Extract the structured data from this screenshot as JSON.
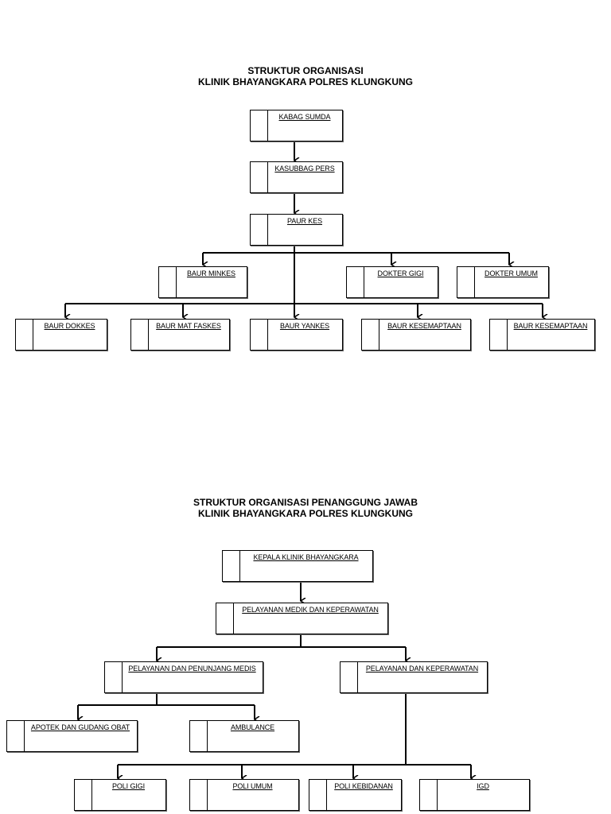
{
  "chart1": {
    "title_line1": "STRUKTUR ORGANISASI",
    "title_line2": "KLINIK BHAYANGKARA POLRES KLUNGKUNG",
    "nodes": [
      "KABAG SUMDA",
      "KASUBBAG PERS",
      "PAUR KES",
      "BAUR MINKES",
      "DOKTER GIGI",
      "DOKTER UMUM",
      "BAUR DOKKES",
      "BAUR MAT FASKES",
      "BAUR YANKES",
      "BAUR KESEMAPTAAN",
      "BAUR KESEMAPTAAN"
    ]
  },
  "chart2": {
    "title_line1": "STRUKTUR ORGANISASI PENANGGUNG JAWAB",
    "title_line2": "KLINIK BHAYANGKARA POLRES KLUNGKUNG",
    "nodes": [
      "KEPALA KLINIK BHAYANGKARA",
      "PELAYANAN MEDIK DAN KEPERAWATAN",
      "PELAYANAN DAN PENUNJANG MEDIS",
      "PELAYANAN DAN KEPERAWATAN",
      "APOTEK DAN GUDANG OBAT",
      "AMBULANCE",
      "POLI GIGI",
      "POLI UMUM",
      "POLI KEBIDANAN",
      "IGD"
    ]
  }
}
